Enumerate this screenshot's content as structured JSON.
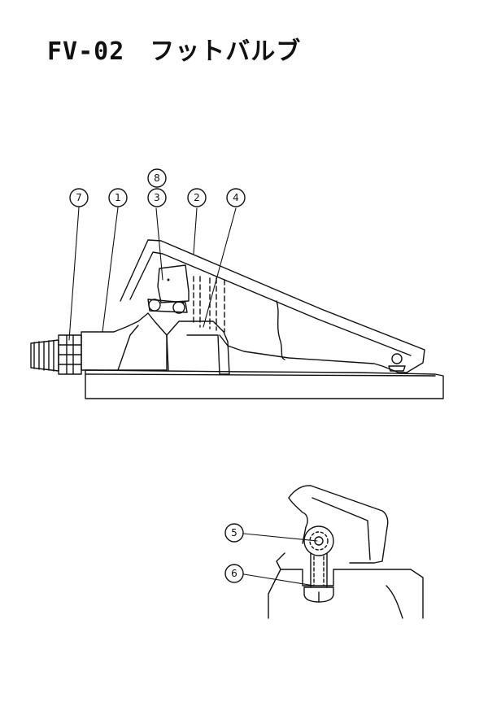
{
  "title": "FV-02　フットバルブ",
  "callouts": {
    "c1": "1",
    "c2": "2",
    "c3": "3",
    "c4": "4",
    "c5": "5",
    "c6": "6",
    "c7": "7",
    "c8": "8"
  },
  "colors": {
    "line": "#111111",
    "background": "#ffffff"
  }
}
